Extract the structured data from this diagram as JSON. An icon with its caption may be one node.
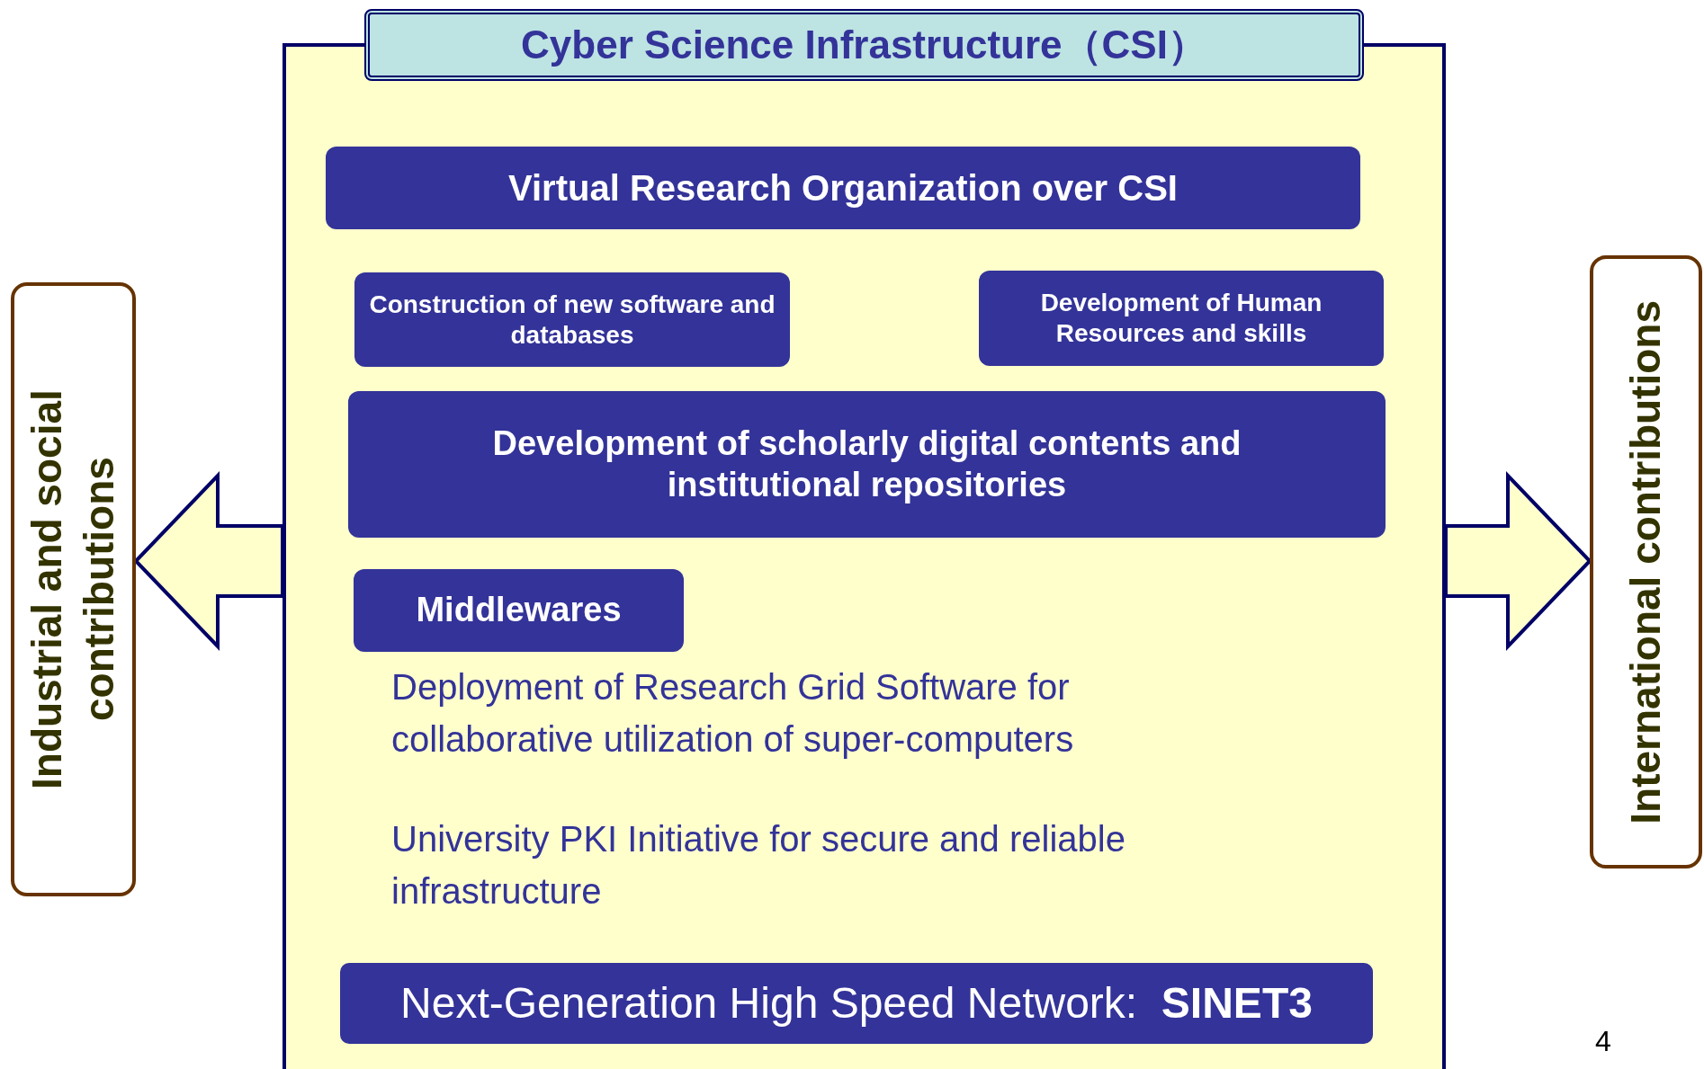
{
  "diagram": {
    "nodes": [
      {
        "text": [
          "Cyber Science Infrastructure（CSI）"
        ]
      },
      {
        "text": [
          "Virtual Research Organization over CSI"
        ],
        "in": 0
      },
      {
        "text": [
          "Construction of new software and databases"
        ],
        "in": 0
      },
      {
        "text": [
          "Development of Human Resources and skills"
        ],
        "in": 0
      },
      {
        "text": [
          "Development of scholarly digital contents and institutional repositories"
        ],
        "in": 0
      },
      {
        "text": [
          "Middlewares"
        ],
        "in": 0
      },
      {
        "text": [
          "Next-Generation High Speed Network:  **SINET3**"
        ],
        "in": 0
      },
      {
        "text": [
          "Industrial and social contributions"
        ]
      },
      {
        "text": [
          "International contributions"
        ]
      }
    ],
    "edges": [
      {
        "from": 0,
        "to": 7,
        "arrow": "to"
      },
      {
        "from": 0,
        "to": 8,
        "arrow": "to"
      }
    ],
    "labels": [
      "Deployment of Research Grid Software for collaborative utilization of super-computers",
      "University PKI Initiative for secure and reliable infrastructure",
      "4"
    ]
  }
}
